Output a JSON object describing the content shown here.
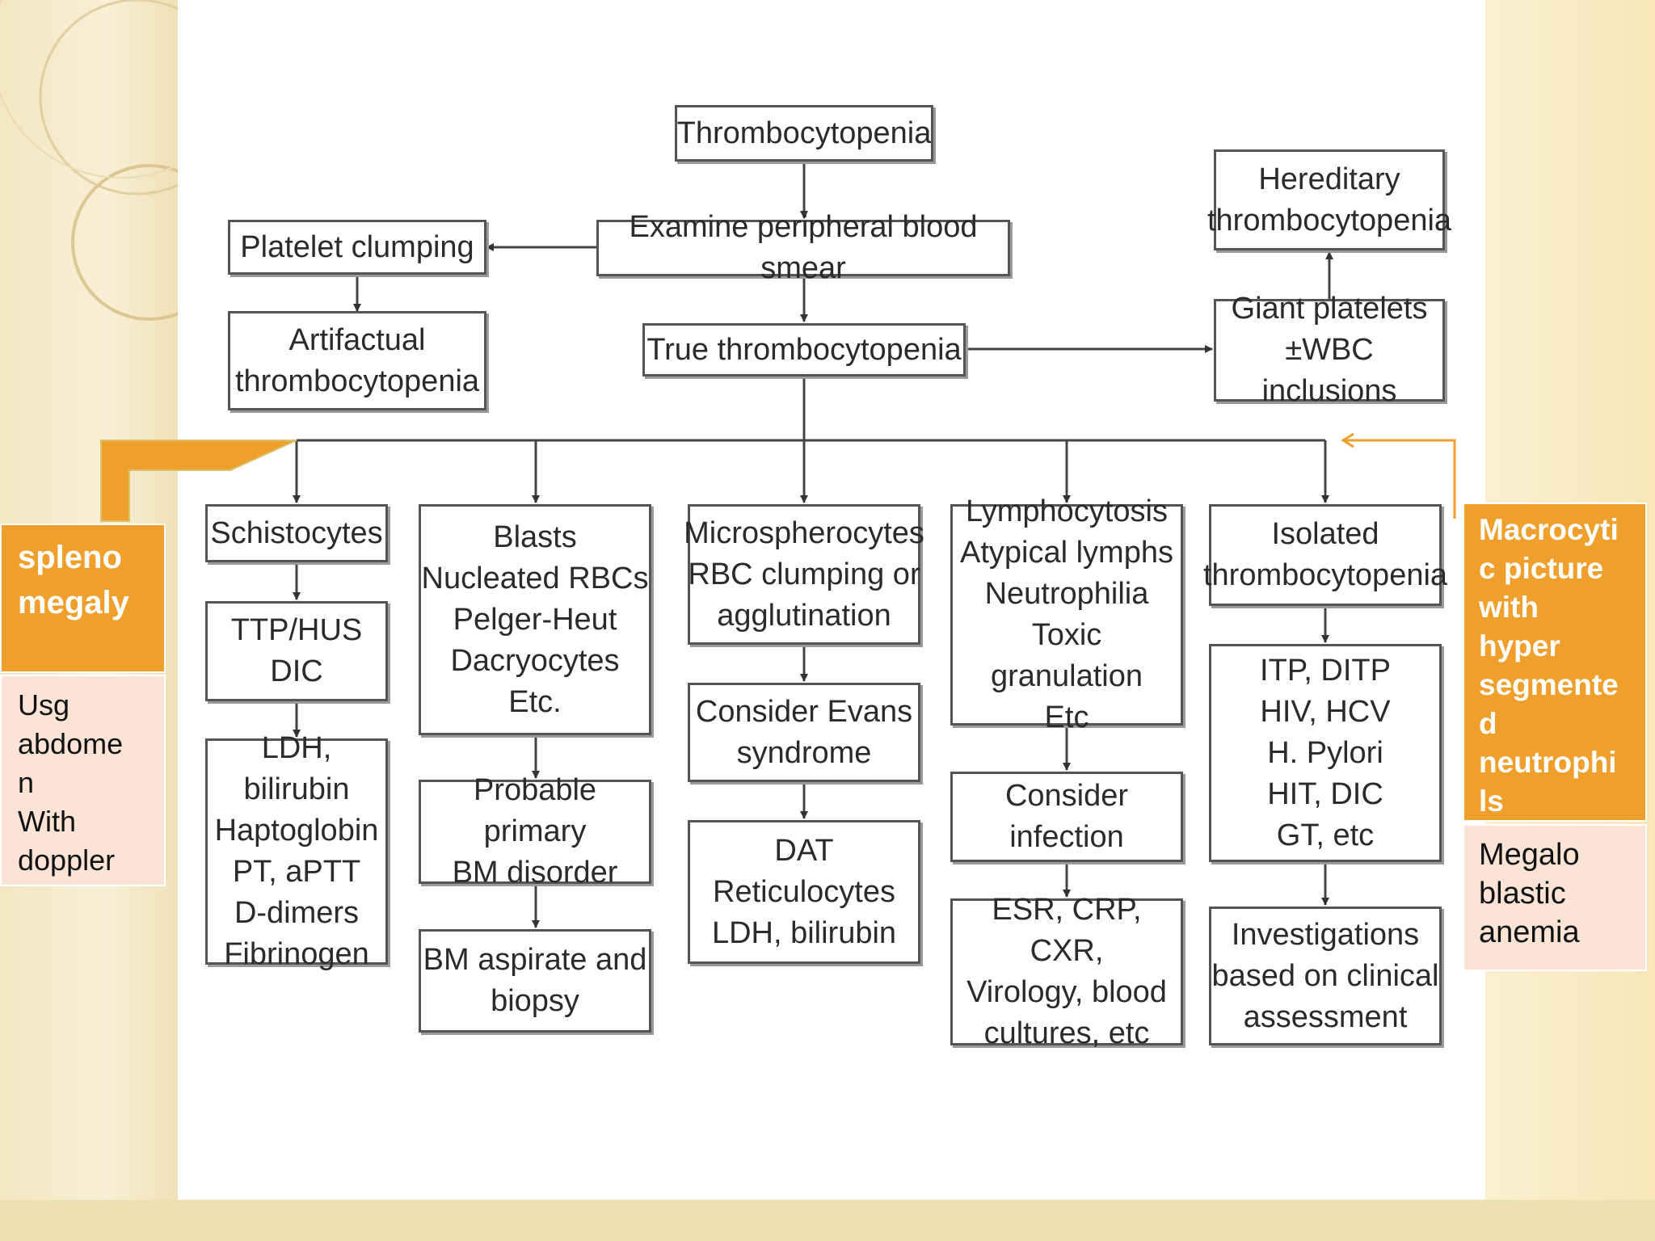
{
  "flowchart": {
    "title_node": "Thrombocytopenia",
    "smear": "Examine peripheral blood smear",
    "clumping": "Platelet clumping",
    "artifactual": "Artifactual\nthrombocytopenia",
    "true_tcp": "True thrombocytopenia",
    "giant": "Giant platelets\n±WBC inclusions",
    "hereditary": "Hereditary\nthrombocytopenia",
    "branches": {
      "schisto": "Schistocytes",
      "ttp": "TTP/HUS\nDIC",
      "ldh": "LDH, bilirubin\nHaptoglobin\nPT, aPTT\nD-dimers\nFibrinogen",
      "blasts": "Blasts\nNucleated RBCs\nPelger-Heut\nDacryocytes\nEtc.",
      "bm_disorder": "Probable primary\nBM disorder",
      "bm_biopsy": "BM aspirate and\nbiopsy",
      "micro": "Microspherocytes\nRBC clumping or\nagglutination",
      "evans": "Consider Evans\nsyndrome",
      "dat": "DAT\nReticulocytes\nLDH, bilirubin",
      "lympho": "Lymphocytosis\nAtypical lymphs\nNeutrophilia\nToxic granulation\nEtc",
      "infection": "Consider\ninfection",
      "esr": "ESR, CRP, CXR,\nVirology, blood\ncultures, etc",
      "isolated": "Isolated\nthrombocytopenia",
      "itp": "ITP, DITP\nHIV, HCV\nH. Pylori\nHIT, DIC\nGT, etc",
      "investigations": "Investigations\nbased on clinical\nassessment"
    }
  },
  "callouts": {
    "left_title": "spleno\nmegaly",
    "left_text": "Usg\nabdome\nn\nWith\ndoppler",
    "right_title": "Macrocyti\nc picture\nwith\nhyper\nsegmente\nd\nneutrophi\nls",
    "right_text": "Megalo\nblastic\nanemia"
  },
  "colors": {
    "accent": "#ef9f2c",
    "note_fill": "#fbe4d6",
    "line": "#555555"
  }
}
